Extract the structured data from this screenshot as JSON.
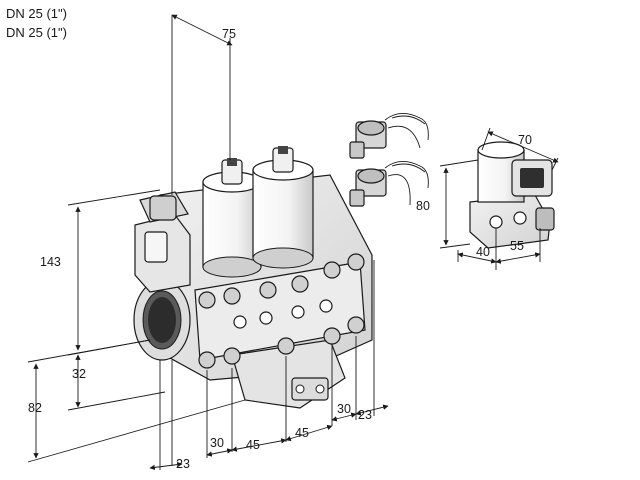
{
  "header": {
    "line1": "DN 25 (1\")",
    "line2": "DN 25 (1\")"
  },
  "dimensions": {
    "top_width": "75",
    "height_total": "143",
    "height_lower": "32",
    "height_front": "82",
    "bottom_left_depth": "23",
    "bottom_seg1": "30",
    "bottom_seg2": "45",
    "bottom_seg3": "45",
    "bottom_seg4": "30",
    "bottom_right_depth": "23",
    "solenoid_width": "70",
    "solenoid_height": "80",
    "solenoid_depth": "40",
    "solenoid_length": "55"
  }
}
